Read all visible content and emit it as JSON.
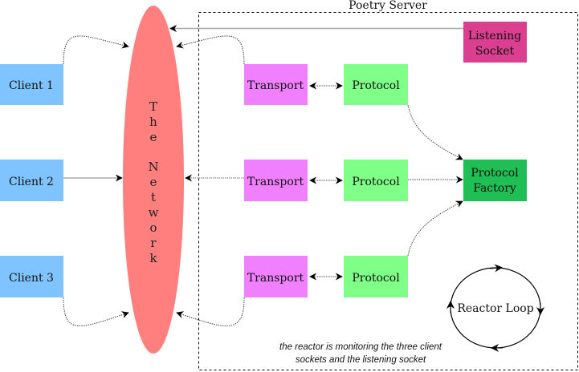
{
  "diagram": {
    "server_title": "Poetry Server",
    "network_label": [
      "T",
      "h",
      "e",
      "",
      "N",
      "e",
      "t",
      "w",
      "o",
      "r",
      "k"
    ],
    "clients": [
      {
        "label": "Client 1"
      },
      {
        "label": "Client 2"
      },
      {
        "label": "Client 3"
      }
    ],
    "transports": [
      {
        "label": "Transport"
      },
      {
        "label": "Transport"
      },
      {
        "label": "Transport"
      }
    ],
    "protocols": [
      {
        "label": "Protocol"
      },
      {
        "label": "Protocol"
      },
      {
        "label": "Protocol"
      }
    ],
    "listening_socket": {
      "line1": "Listening",
      "line2": "Socket"
    },
    "protocol_factory": {
      "line1": "Protocol",
      "line2": "Factory"
    },
    "reactor_loop": {
      "label": "Reactor Loop"
    },
    "note": {
      "line1": "the reactor is monitoring the three client",
      "line2": "sockets and the listening socket"
    },
    "colors": {
      "client": "#80c4ff",
      "transport": "#f080ff",
      "protocol": "#80ff88",
      "protocol_factory": "#1fbf55",
      "listening_socket": "#db3f8f",
      "network": "#ff7f7f"
    }
  }
}
